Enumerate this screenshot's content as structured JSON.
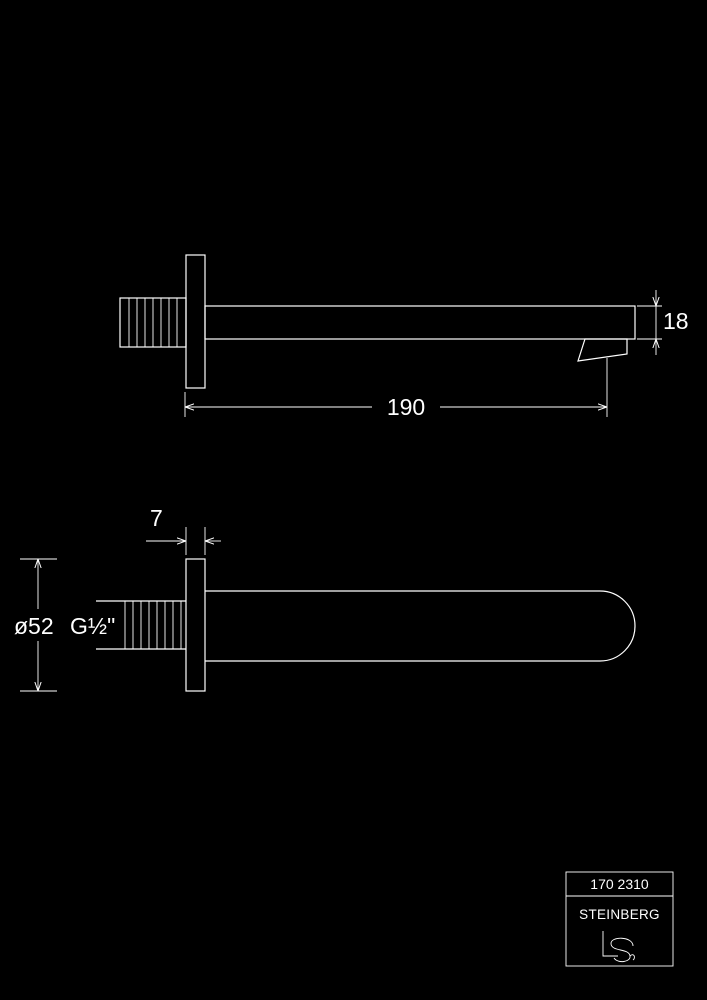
{
  "drawing": {
    "dimensions": {
      "length": "190",
      "height": "18",
      "flange_depth": "7",
      "flange_diameter": "ø52",
      "thread": "G½\""
    },
    "title_block": {
      "article_number": "170 2310",
      "brand": "STEINBERG"
    },
    "colors": {
      "background": "#000000",
      "lines": "#ffffff"
    }
  }
}
